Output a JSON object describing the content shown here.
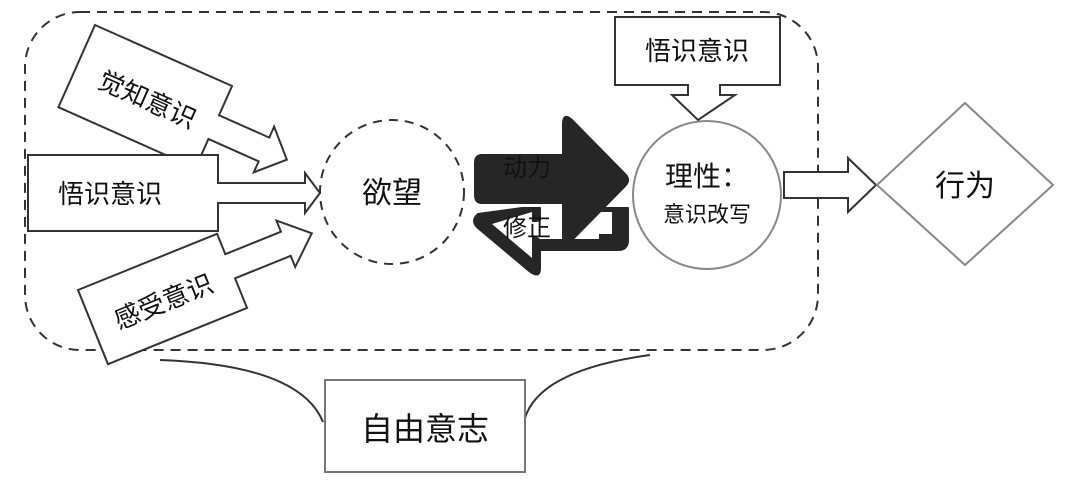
{
  "diagram": {
    "inputs": {
      "perception": "觉知意识",
      "insight_left": "悟识意识",
      "feeling": "感受意识"
    },
    "desire": "欲望",
    "drive": "动力",
    "correction": "修正",
    "insight_top": "悟识意识",
    "reason": {
      "title": "理性：",
      "subtitle": "意识改写"
    },
    "behavior": "行为",
    "free_will": "自由意志"
  },
  "colors": {
    "stroke": "#333333",
    "dark_fill": "#262626",
    "light_stroke": "#888888",
    "background": "#ffffff"
  }
}
